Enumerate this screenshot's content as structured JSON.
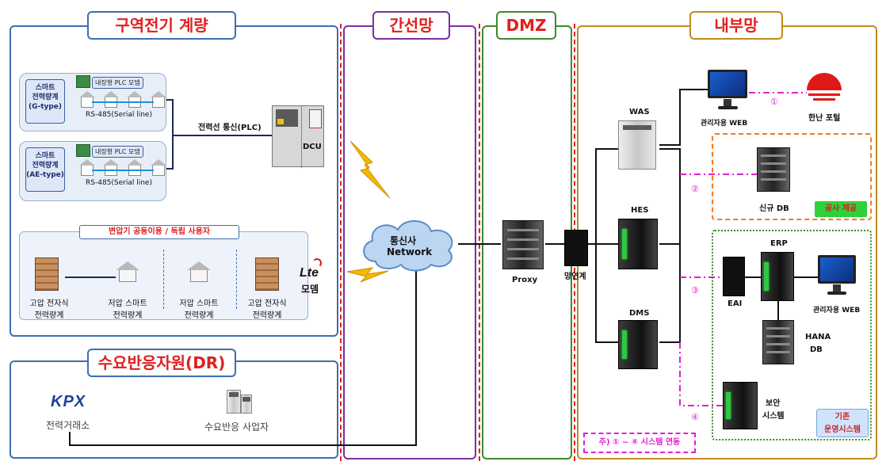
{
  "zones": {
    "metering": {
      "title": "구역전기 계량"
    },
    "dr": {
      "title": "수요반응자원(DR)"
    },
    "backbone": {
      "title": "간선망"
    },
    "dmz": {
      "title": "DMZ"
    },
    "internal": {
      "title": "내부망"
    }
  },
  "metering": {
    "meter_g": {
      "line1": "스마트",
      "line2": "전력량계",
      "line3": "(G-type)",
      "chip": "내장형 PLC 모뎀",
      "serial": "RS-485(Serial line)"
    },
    "meter_ae": {
      "line1": "스마트",
      "line2": "전력량계",
      "line3": "(AE-type)",
      "chip": "내장형 PLC 모뎀",
      "serial": "RS-485(Serial line)"
    },
    "plc_label": "전력선 통신(PLC)",
    "dcu_label": "DCU",
    "shared_title": "변압기 공동이용 / 독립 사용자",
    "shared_items": [
      {
        "line1": "고압 전자식",
        "line2": "전력량계"
      },
      {
        "line1": "저압 스마트",
        "line2": "전력량계"
      },
      {
        "line1": "저압 스마트",
        "line2": "전력량계"
      },
      {
        "line1": "고압 전자식",
        "line2": "전력량계"
      }
    ],
    "lte_logo": "Lte",
    "lte_label": "모뎀"
  },
  "dr": {
    "kpx_logo": "KPX",
    "kpx_label": "전력거래소",
    "provider_label": "수요반응 사업자"
  },
  "backbone": {
    "cloud_line1": "통신사",
    "cloud_line2": "Network"
  },
  "dmz": {
    "proxy_label": "Proxy",
    "bridge_label": "망연계"
  },
  "internal": {
    "was": "WAS",
    "hes": "HES",
    "dms": "DMS",
    "admin_web_top": "관리자용 WEB",
    "portal": "한난 포털",
    "new_db": "신규 DB",
    "public_provided": "공사 제공",
    "eai": "EAI",
    "erp": "ERP",
    "admin_web_erp": "관리자용 WEB",
    "hana_db_1": "HANA",
    "hana_db_2": "DB",
    "security_1": "보안",
    "security_2": "시스템",
    "existing_1": "기존",
    "existing_2": "운영시스템",
    "link_1": "①",
    "link_2": "②",
    "link_3": "③",
    "link_4": "④",
    "note": "주) ① ~ ④ 시스템 연동"
  },
  "colors": {
    "metering_border": "#3b6fb0",
    "backbone_border": "#7b2fa0",
    "dmz_border": "#3c8a2c",
    "internal_border": "#c08a1c",
    "title_text": "#e02020",
    "link_magenta": "#e020d0",
    "dashed_red": "#e02020"
  }
}
